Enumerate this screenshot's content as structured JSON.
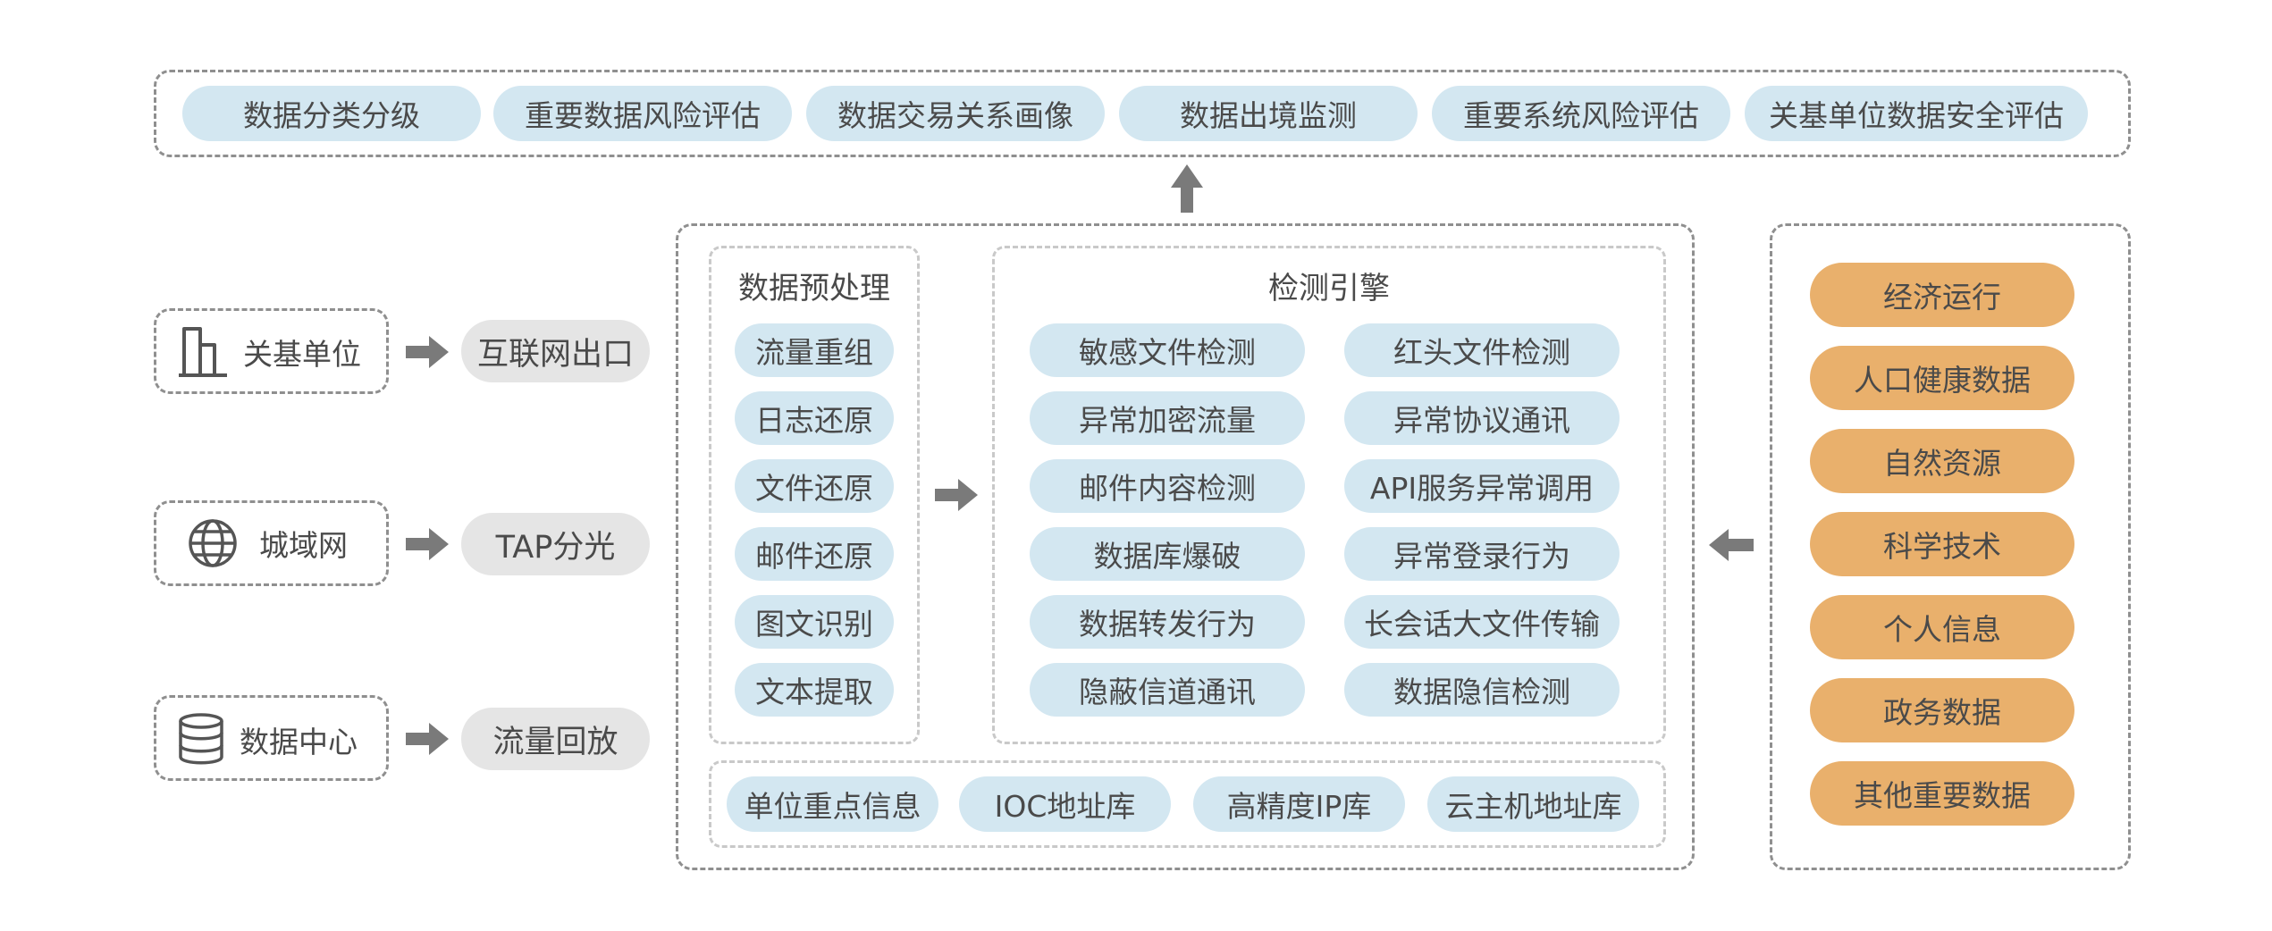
{
  "top_row": [
    "数据分类分级",
    "重要数据风险评估",
    "数据交易关系画像",
    "数据出境监测",
    "重要系统风险评估",
    "关基单位数据安全评估"
  ],
  "sources": [
    {
      "label": "关基单位",
      "icon": "building-icon"
    },
    {
      "label": "城域网",
      "icon": "globe-icon"
    },
    {
      "label": "数据中心",
      "icon": "database-icon"
    }
  ],
  "collection": [
    "互联网出口",
    "TAP分光",
    "流量回放"
  ],
  "preprocess": {
    "title": "数据预处理",
    "items": [
      "流量重组",
      "日志还原",
      "文件还原",
      "邮件还原",
      "图文识别",
      "文本提取"
    ]
  },
  "engine": {
    "title": "检测引擎",
    "items": [
      "敏感文件检测",
      "红头文件检测",
      "异常加密流量",
      "异常协议通讯",
      "邮件内容检测",
      "API服务异常调用",
      "数据库爆破",
      "异常登录行为",
      "数据转发行为",
      "长会话大文件传输",
      "隐蔽信道通讯",
      "数据隐信检测"
    ]
  },
  "knowledge_bases": [
    "单位重点信息",
    "IOC地址库",
    "高精度IP库",
    "云主机地址库"
  ],
  "data_categories": [
    "经济运行",
    "人口健康数据",
    "自然资源",
    "科学技术",
    "个人信息",
    "政务数据",
    "其他重要数据"
  ],
  "colors": {
    "blue_pill": "#d3e7f1",
    "grey_pill": "#e5e5e5",
    "orange_pill": "#e9b06c",
    "arrow": "#7a7a7a",
    "dash": "#8f8f8f"
  }
}
